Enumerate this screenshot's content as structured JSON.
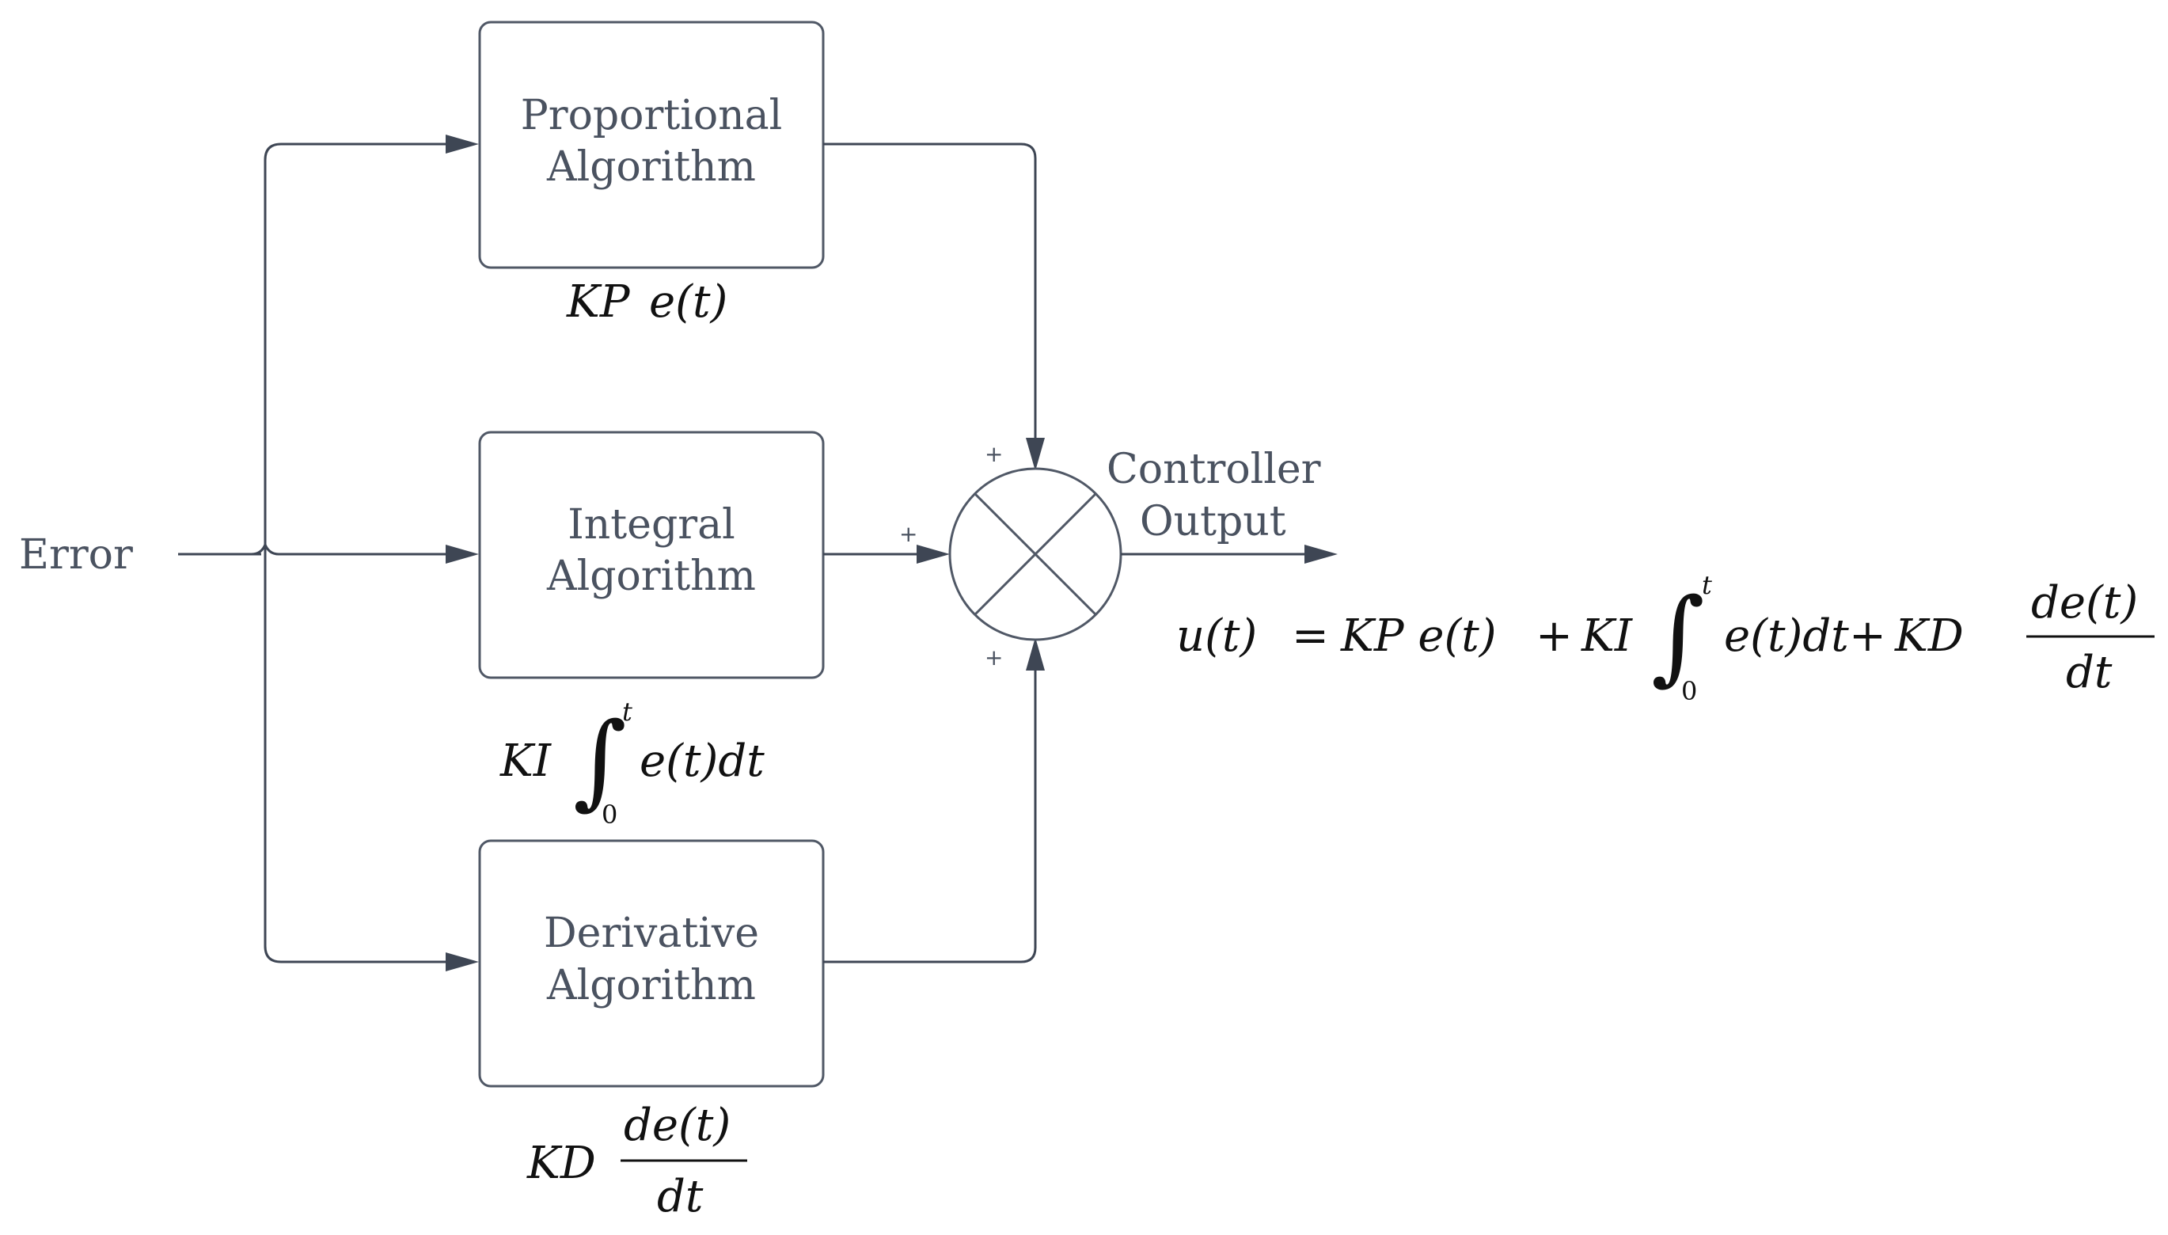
{
  "input_label": "Error",
  "blocks": [
    {
      "line1": "Proportional",
      "line2": "Algorithm"
    },
    {
      "line1": "Integral",
      "line2": "Algorithm"
    },
    {
      "line1": "Derivative",
      "line2": "Algorithm"
    }
  ],
  "summer": {
    "top_sign": "+",
    "left_sign": "+",
    "bottom_sign": "+"
  },
  "output_label": {
    "line1": "Controller",
    "line2": "Output"
  },
  "terms": {
    "proportional": {
      "gain": "KP",
      "expr": "e(t)"
    },
    "integral": {
      "gain": "KI",
      "integral_sign": "∫",
      "upper_limit": "t",
      "lower_limit": "0",
      "expr": "e(t)dt"
    },
    "derivative": {
      "gain": "KD",
      "numerator": "de(t)",
      "denominator": "dt"
    }
  },
  "equation": {
    "lhs": "u(t)",
    "equals": "=",
    "p_term": "KP e(t)",
    "plus1": "+",
    "i_gain": "KI",
    "integral_sign": "∫",
    "upper_limit": "t",
    "lower_limit": "0",
    "i_expr": "e(t)dt",
    "plus2": "+",
    "d_gain": "KD",
    "d_numerator": "de(t)",
    "d_denominator": "dt"
  },
  "colors": {
    "line": "#3e4654",
    "box_border": "#505866",
    "label_text": "#4a5260",
    "math_text": "#111111"
  }
}
